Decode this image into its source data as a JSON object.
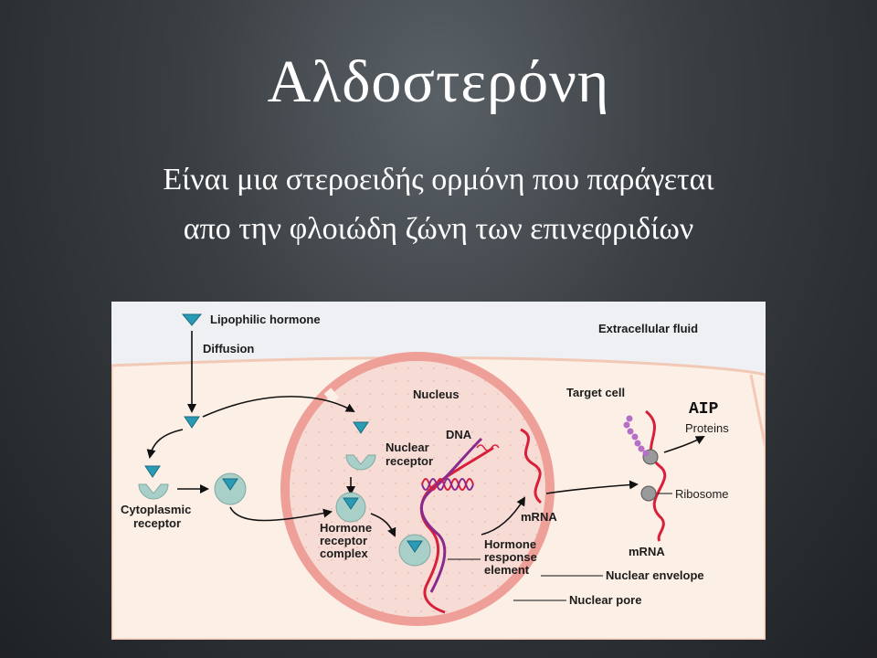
{
  "slide": {
    "title": "Αλδοστερόνη",
    "subtitle": "Είναι μια στεροειδής ορμόνη που παράγεται απο την φλοιώδη ζώνη των επινεφριδίων"
  },
  "diagram": {
    "labels": {
      "lipophilic_hormone": "Lipophilic hormone",
      "diffusion": "Diffusion",
      "extracellular_fluid": "Extracellular fluid",
      "nucleus": "Nucleus",
      "target_cell": "Target cell",
      "dna": "DNA",
      "nuclear_receptor_1": "Nuclear",
      "nuclear_receptor_2": "receptor",
      "cytoplasmic_receptor_1": "Cytoplasmic",
      "cytoplasmic_receptor_2": "receptor",
      "hormone_receptor_complex_1": "Hormone",
      "hormone_receptor_complex_2": "receptor",
      "hormone_receptor_complex_3": "complex",
      "mrna_nucleus": "mRNA",
      "mrna_cytoplasm": "mRNA",
      "hormone_response_element_1": "Hormone",
      "hormone_response_element_2": "response",
      "hormone_response_element_3": "element",
      "ribosome": "Ribosome",
      "proteins": "Proteins",
      "nuclear_envelope": "Nuclear envelope",
      "nuclear_pore": "Nuclear pore",
      "aip": "AIP"
    },
    "colors": {
      "hormone": "#2a9bb5",
      "receptor": "#a9cfc9",
      "nucleus_fill": "#f7dcd6",
      "nucleus_ring": "#ee9f98",
      "cell_fill": "#fcefe6",
      "extracellular": "#eef0f3",
      "dna_red": "#d8203a",
      "dna_purple": "#8a2a8e",
      "arrow": "#111111"
    }
  }
}
